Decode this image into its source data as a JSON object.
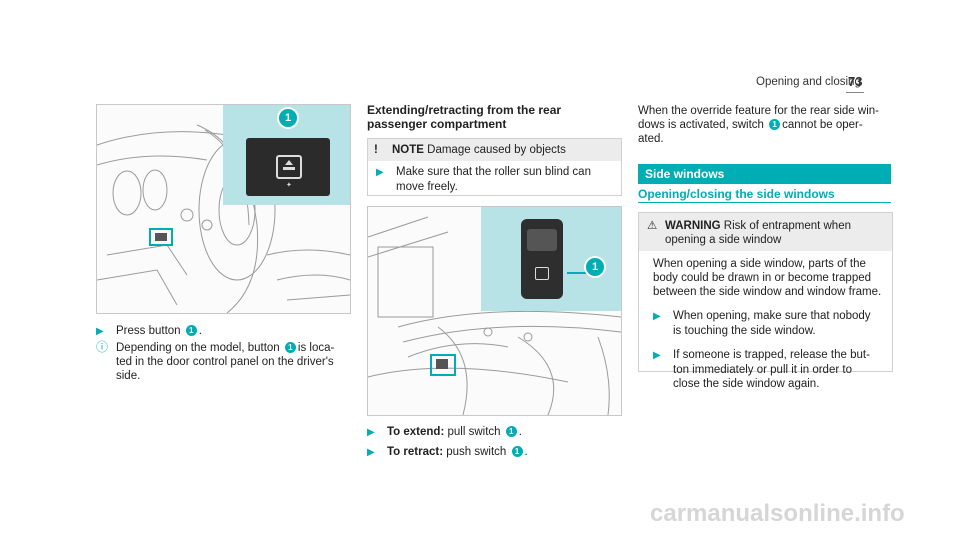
{
  "header": {
    "section": "Opening and closing",
    "page": "73"
  },
  "callout_number": "1",
  "col1": {
    "step": {
      "before": "Press button",
      "after": "."
    },
    "info": {
      "line1_before": "Depending on the model, button",
      "line1_after": "is loca-",
      "line2": "ted in the door control panel on the driver's",
      "line3": "side."
    }
  },
  "col2": {
    "heading_line1": "Extending/retracting from the rear",
    "heading_line2": "passenger compartment",
    "note": {
      "label": "NOTE",
      "title": "Damage caused by objects",
      "line1": "Make sure that the roller sun blind can",
      "line2": "move freely."
    },
    "extend": {
      "label": "To extend:",
      "text": "pull switch",
      "end": "."
    },
    "retract": {
      "label": "To retract:",
      "text": "push switch",
      "end": "."
    }
  },
  "col3": {
    "intro_line1": "When the override feature for the rear side win-",
    "intro_line2_before": "dows is activated, switch",
    "intro_line2_after": "cannot be oper-",
    "intro_line3": "ated.",
    "section_title": "Side windows",
    "sub_title": "Opening/closing the side windows",
    "warning": {
      "label": "WARNING",
      "title_line1": "Risk of entrapment when",
      "title_line2": "opening a side window",
      "body": [
        "When opening a side window, parts of the",
        "body could be drawn in or become trapped",
        "between the side window and window frame."
      ],
      "step1": [
        "When opening, make sure that nobody",
        "is touching the side window."
      ],
      "step2": [
        "If someone is trapped, release the but-",
        "ton immediately or pull it in order to",
        "close the side window again."
      ]
    }
  },
  "footer": {
    "watermark": "carmanualsonline.info"
  }
}
